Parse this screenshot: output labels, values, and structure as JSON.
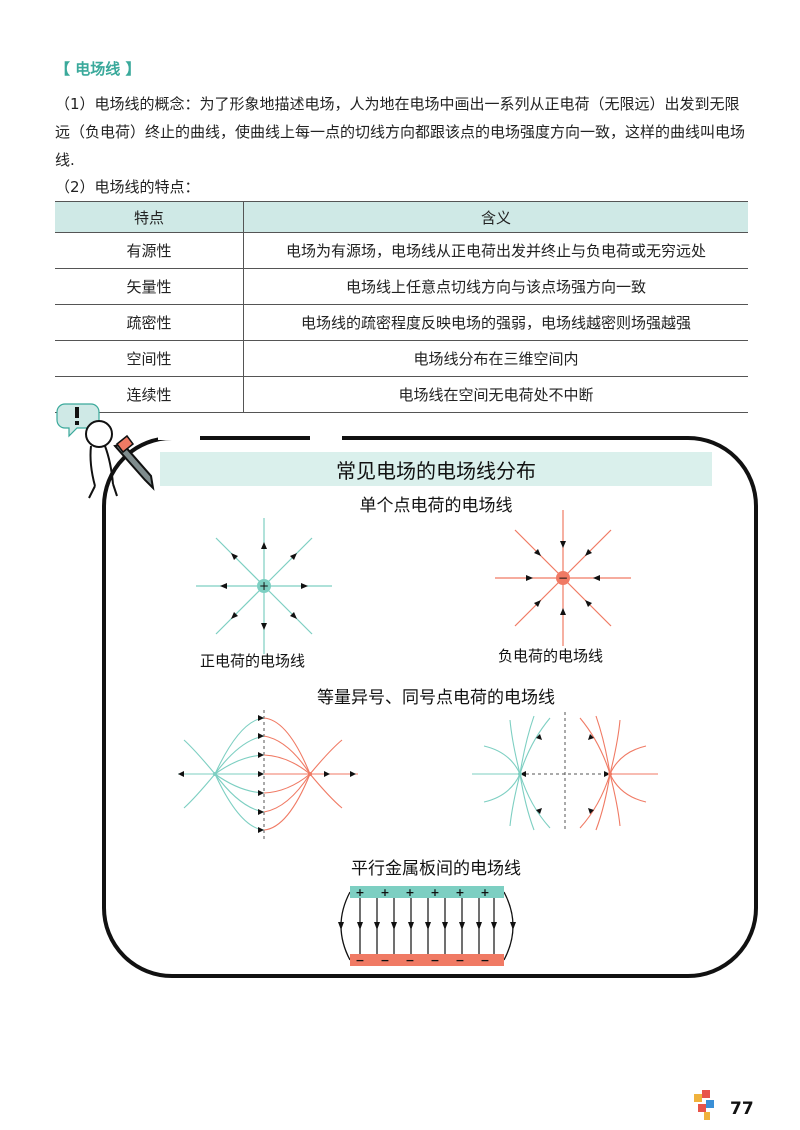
{
  "section": {
    "tag": "【 电场线 】"
  },
  "para1": "（1）电场线的概念：为了形象地描述电场，人为地在电场中画出一系列从正电荷（无限远）出发到无限远（负电荷）终止的曲线，使曲线上每一点的切线方向都跟该点的电场强度方向一致，这样的曲线叫电场线.",
  "para2": "（2）电场线的特点：",
  "table": {
    "headers": [
      "特点",
      "含义"
    ],
    "rows": [
      [
        "有源性",
        "电场为有源场，电场线从正电荷出发并终止与负电荷或无穷远处"
      ],
      [
        "矢量性",
        "电场线上任意点切线方向与该点场强方向一致"
      ],
      [
        "疏密性",
        "电场线的疏密程度反映电场的强弱，电场线越密则场强越强"
      ],
      [
        "空间性",
        "电场线分布在三维空间内"
      ],
      [
        "连续性",
        "电场线在空间无电荷处不中断"
      ]
    ]
  },
  "panel": {
    "title": "常见电场的电场线分布",
    "sub1": "单个点电荷的电场线",
    "pos_caption": "正电荷的电场线",
    "neg_caption": "负电荷的电场线",
    "sub2": "等量异号、同号点电荷的电场线",
    "sub3": "平行金属板间的电场线",
    "pos_sign": "+",
    "neg_sign": "−",
    "plate_plus": "+",
    "plate_minus": "−"
  },
  "colors": {
    "teal": "#7dcfc2",
    "coral": "#f07a64",
    "accent": "#3aa99b"
  },
  "footer": {
    "page_number": "77"
  }
}
